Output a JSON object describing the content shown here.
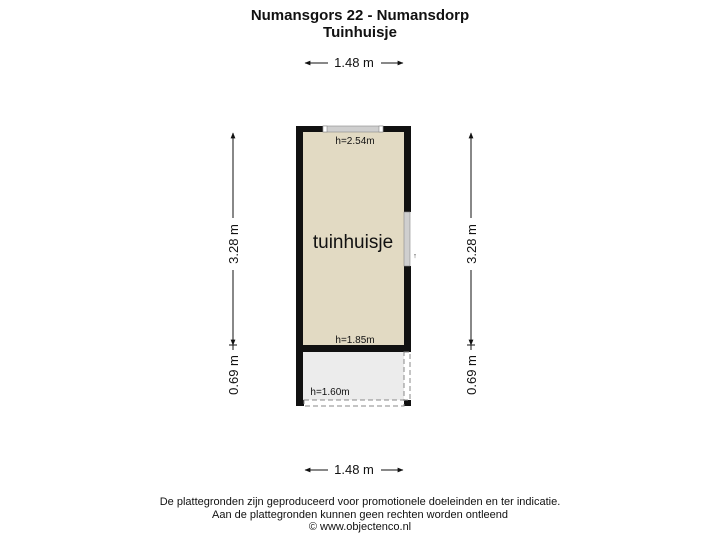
{
  "header": {
    "title": "Numansgors 22 - Numansdorp",
    "subtitle": "Tuinhuisje"
  },
  "plan": {
    "room_label": "tuinhuisje",
    "room_color": "#e2dac3",
    "porch_color": "#ececec",
    "wall_color": "#111111",
    "heights": {
      "room_top": "h=2.54m",
      "room_bottom": "h=1.85m",
      "porch": "h=1.60m"
    },
    "door_marker": "↑",
    "dimensions": {
      "top_width": "1.48 m",
      "bottom_width": "1.48 m",
      "left_room": "3.28 m",
      "left_porch": "0.69 m",
      "right_room": "3.28 m",
      "right_porch": "0.69 m"
    }
  },
  "footer": {
    "line1": "De plattegronden zijn geproduceerd voor promotionele doeleinden en ter indicatie.",
    "line2": "Aan de plattegronden kunnen geen rechten worden ontleend",
    "line3": "© www.objectenco.nl"
  }
}
